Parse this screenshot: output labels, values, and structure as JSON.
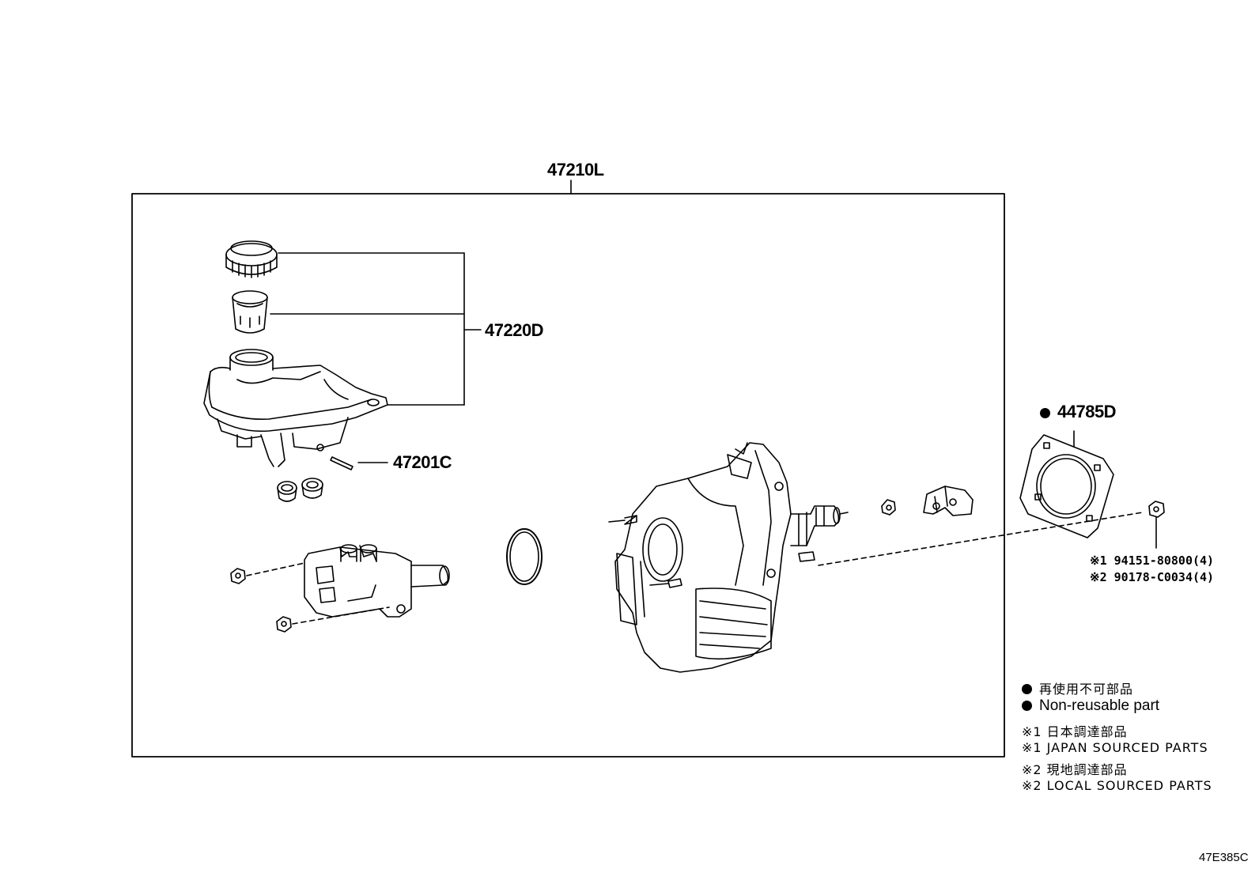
{
  "labels": {
    "assembly": "47210L",
    "reservoir_set": "47220D",
    "pin": "47201C",
    "gasket": "44785D"
  },
  "notes": {
    "nut_1": "※1 94151-80800(4)",
    "nut_2": "※2 90178-C0034(4)"
  },
  "legend": {
    "non_reusable_jp": "再使用不可部品",
    "non_reusable_en": "Non-reusable part",
    "japan_jp": "※1 日本調達部品",
    "japan_en": "※1 JAPAN SOURCED PARTS",
    "local_jp": "※2 現地調達部品",
    "local_en": "※2 LOCAL SOURCED PARTS"
  },
  "figure_ref": "47E385C"
}
